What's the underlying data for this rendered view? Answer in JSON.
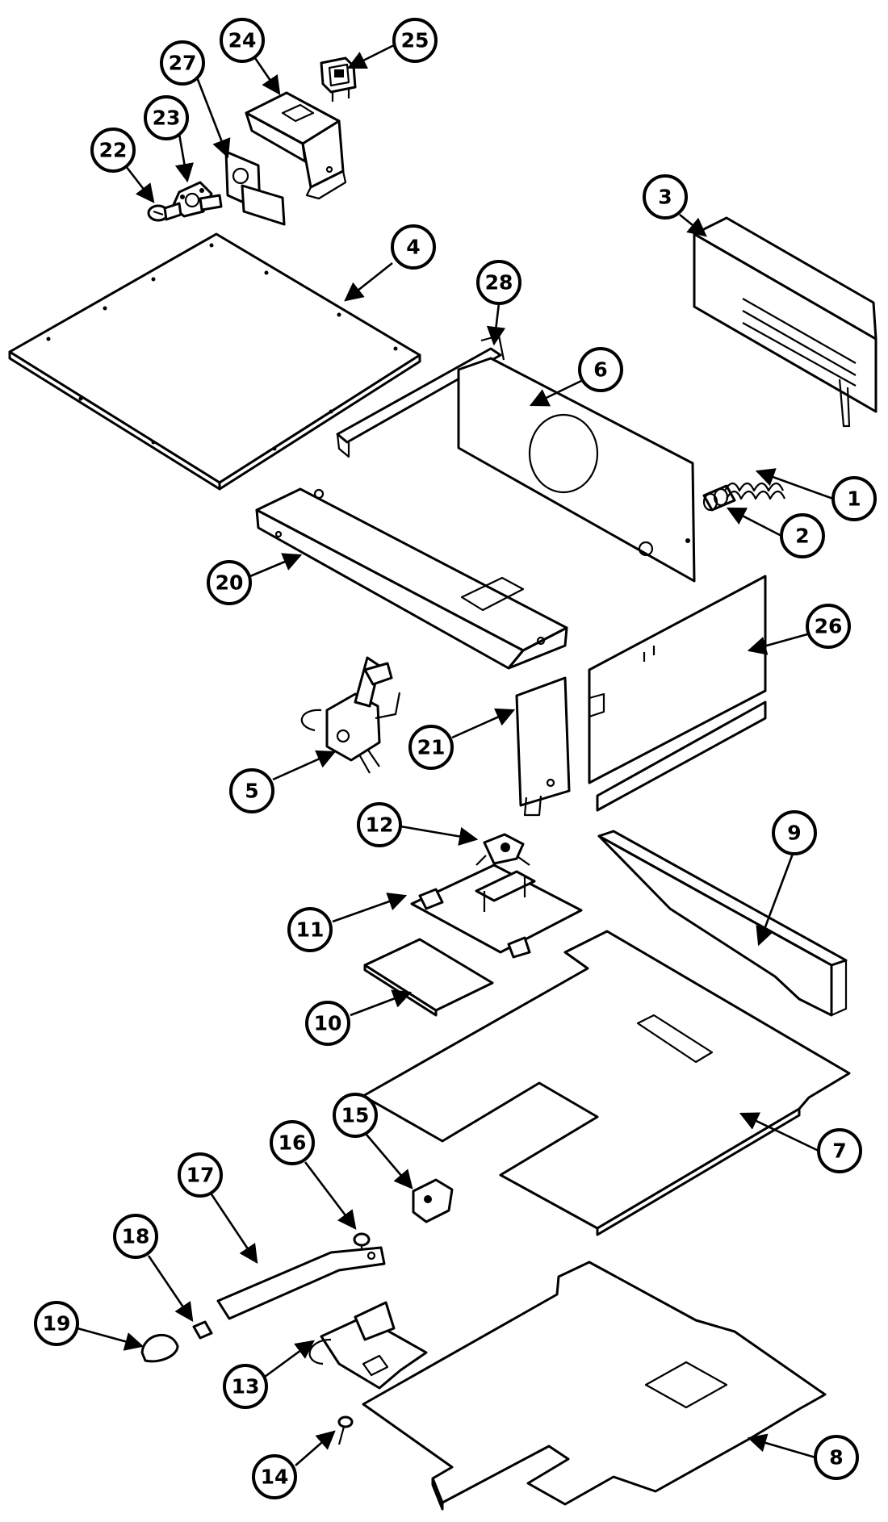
{
  "diagram": {
    "callouts": [
      {
        "id": "c1",
        "number": "1"
      },
      {
        "id": "c2",
        "number": "2"
      },
      {
        "id": "c3",
        "number": "3"
      },
      {
        "id": "c4",
        "number": "4"
      },
      {
        "id": "c5",
        "number": "5"
      },
      {
        "id": "c6",
        "number": "6"
      },
      {
        "id": "c7",
        "number": "7"
      },
      {
        "id": "c8",
        "number": "8"
      },
      {
        "id": "c9",
        "number": "9"
      },
      {
        "id": "c10",
        "number": "10"
      },
      {
        "id": "c11",
        "number": "11"
      },
      {
        "id": "c12",
        "number": "12"
      },
      {
        "id": "c13",
        "number": "13"
      },
      {
        "id": "c14",
        "number": "14"
      },
      {
        "id": "c15",
        "number": "15"
      },
      {
        "id": "c16",
        "number": "16"
      },
      {
        "id": "c17",
        "number": "17"
      },
      {
        "id": "c18",
        "number": "18"
      },
      {
        "id": "c19",
        "number": "19"
      },
      {
        "id": "c20",
        "number": "20"
      },
      {
        "id": "c21",
        "number": "21"
      },
      {
        "id": "c22",
        "number": "22"
      },
      {
        "id": "c23",
        "number": "23"
      },
      {
        "id": "c24",
        "number": "24"
      },
      {
        "id": "c25",
        "number": "25"
      },
      {
        "id": "c26",
        "number": "26"
      },
      {
        "id": "c27",
        "number": "27"
      },
      {
        "id": "c28",
        "number": "28"
      }
    ]
  }
}
